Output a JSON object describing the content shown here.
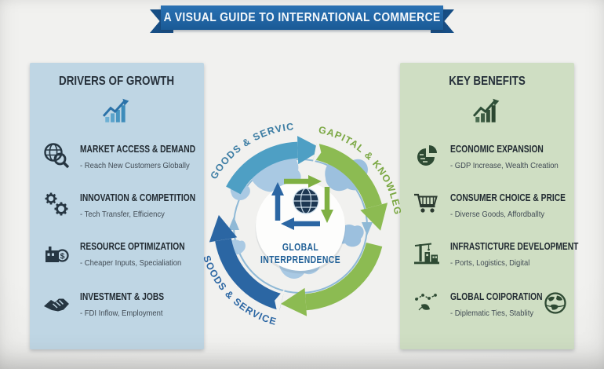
{
  "banner": {
    "title": "A VISUAL GUIDE TO INTERNATIONAL COMMERCE"
  },
  "left_panel": {
    "title": "DRIVERS OF GROWTH",
    "title_icon": "growth-chart-icon",
    "items": [
      {
        "icon": "globe-magnifier-icon",
        "title": "MARKET ACCESS & DEMAND",
        "subtitle": "- Reach New Customers Globally"
      },
      {
        "icon": "gears-icon",
        "title": "INNOVATION & COMPETITION",
        "subtitle": "- Tech Transfer, Efficiency"
      },
      {
        "icon": "factory-dollar-icon",
        "title": "RESOURCE OPTIMIZATION",
        "subtitle": "- Cheaper Inputs, Specialiation"
      },
      {
        "icon": "handshake-icon",
        "title": "INVESTMENT & JOBS",
        "subtitle": "- FDI Inflow, Employment"
      }
    ]
  },
  "right_panel": {
    "title": "KEY BENEFITS",
    "title_icon": "growth-chart-icon",
    "items": [
      {
        "icon": "pie-chart-globe-icon",
        "title": "ECONOMIC EXPANSION",
        "subtitle": "- GDP Increase, Wealth Creation"
      },
      {
        "icon": "shopping-cart-icon",
        "title": "CONSUMER CHOICE & PRICE",
        "subtitle": "- Diverse Goods, Affordballty"
      },
      {
        "icon": "construction-crane-icon",
        "title": "INFRASTICTURE DEVELOPMENT",
        "subtitle": "- Ports, Logistics, Digital"
      },
      {
        "icon": "network-nodes-icon",
        "title": "GLOBAL COIPORATION",
        "subtitle": "- Diplematic Ties, Stablity",
        "trailing_icon": "globe-icon"
      }
    ]
  },
  "diagram": {
    "arc_label_top_left": "GOODS & SERVICES",
    "arc_label_top_right": "GAPITAL & KNOWLEGE",
    "arc_label_bottom_left": "SOODS & SERVICES",
    "center_label_line1": "GLOBAL",
    "center_label_line2": "INTERPRENDENCE"
  },
  "colors": {
    "banner_blue": "#1e5f9e",
    "banner_fold_blue": "#174e85",
    "left_panel_bg": "#bfd6e4",
    "right_panel_bg": "#cfdec3",
    "teal_arrow": "#4e9fc4",
    "green_arrow": "#8cbb52",
    "dark_blue_arrow": "#2b66a3",
    "teal_label": "#3b7ca3",
    "green_label": "#7aa742",
    "center_text_blue": "#1f5f96",
    "map_blob_blue": "#a9c9e3",
    "left_icon_dark": "#263642",
    "right_icon_dark": "#2e4a33",
    "heading_text": "#26303a",
    "page_bg": "#ebebe9"
  }
}
